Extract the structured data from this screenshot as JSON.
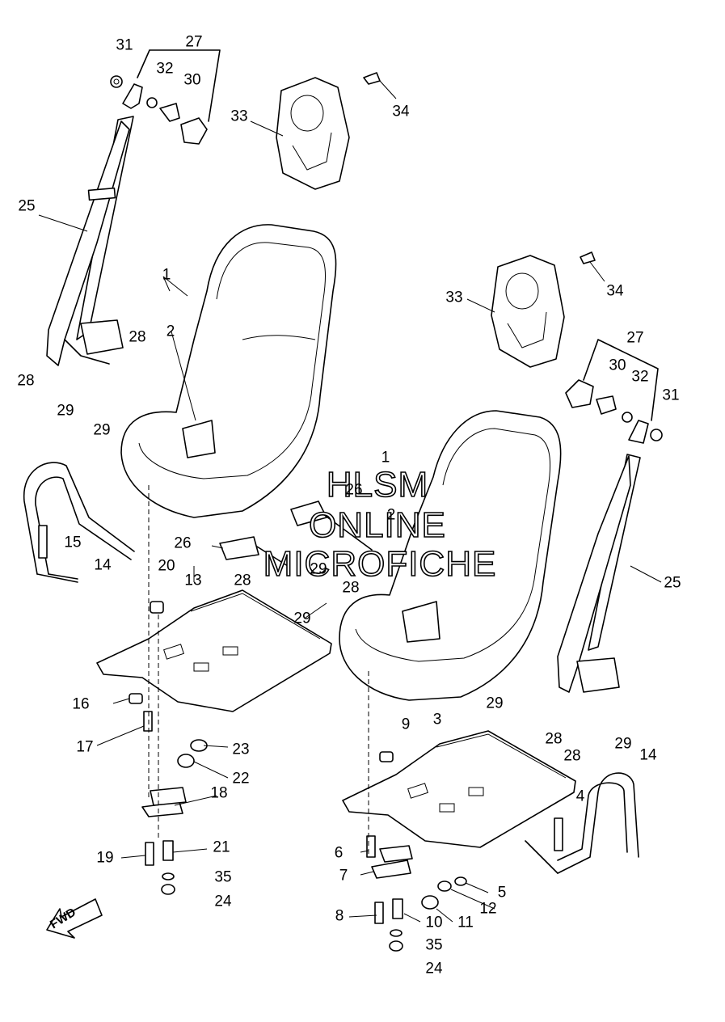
{
  "watermark": {
    "line1": "HLSM",
    "line2": "ONLINE",
    "line3": "MICROFICHE"
  },
  "fwd_label": "FWD",
  "callouts": {
    "c31a": "31",
    "c27a": "27",
    "c32a": "32",
    "c30a": "30",
    "c33a": "33",
    "c34a": "34",
    "c25a": "25",
    "c28a": "28",
    "c28b": "28",
    "c29a": "29",
    "c29b": "29",
    "c1a": "1",
    "c2a": "2",
    "c33b": "33",
    "c34b": "34",
    "c27b": "27",
    "c30b": "30",
    "c32b": "32",
    "c31b": "31",
    "c15": "15",
    "c14a": "14",
    "c26a": "26",
    "c26b": "26",
    "c1b": "1",
    "c2b": "2",
    "c29c": "29",
    "c28c": "28",
    "c20": "20",
    "c13": "13",
    "c28d": "28",
    "c29d": "29",
    "c25b": "25",
    "c29e": "29",
    "c28e": "28",
    "c28f": "28",
    "c29f": "29",
    "c16": "16",
    "c17": "17",
    "c23": "23",
    "c22": "22",
    "c18": "18",
    "c19": "19",
    "c21": "21",
    "c35a": "35",
    "c24a": "24",
    "c9": "9",
    "c3": "3",
    "c14b": "14",
    "c4": "4",
    "c6": "6",
    "c7": "7",
    "c5": "5",
    "c12": "12",
    "c8": "8",
    "c10": "10",
    "c11": "11",
    "c35b": "35",
    "c24b": "24"
  }
}
